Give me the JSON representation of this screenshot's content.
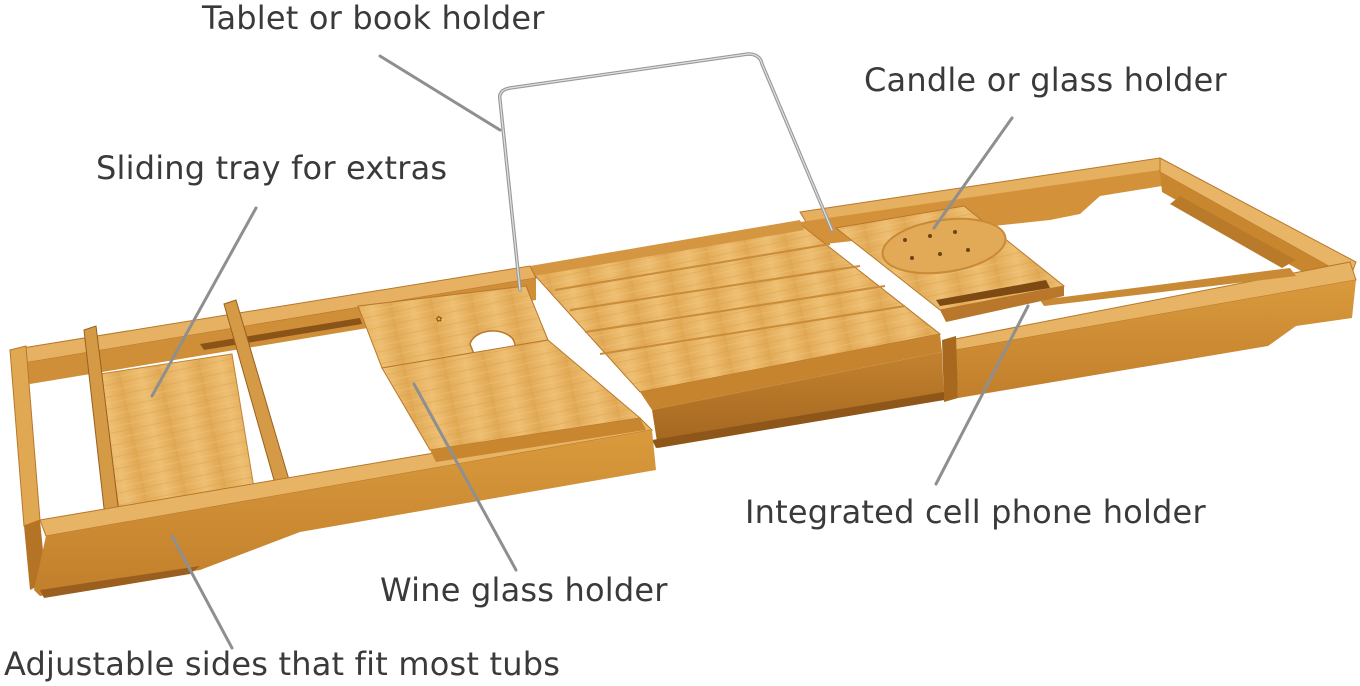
{
  "labels": {
    "tablet_holder": "Tablet or book holder",
    "candle_holder": "Candle or glass holder",
    "sliding_tray": "Sliding tray for extras",
    "phone_holder": "Integrated cell phone holder",
    "wine_holder": "Wine glass holder",
    "adjustable_sides": "Adjustable sides that fit most tubs"
  },
  "colors": {
    "bamboo_light": "#e9b766",
    "bamboo_mid": "#d99a3c",
    "bamboo_dark": "#b8772a",
    "bamboo_edge": "#9a5f1e",
    "leader_line": "#8f8f8f",
    "text": "#3a3a3a",
    "metal": "#9a9a9a"
  }
}
